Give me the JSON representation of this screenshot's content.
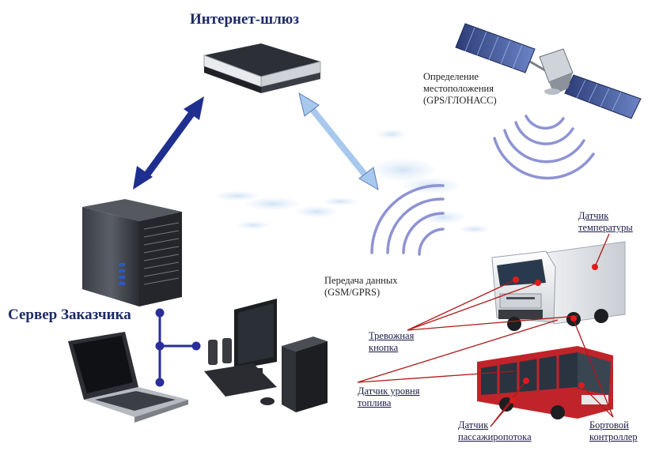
{
  "labels": {
    "gateway_title": "Интернет-шлюз",
    "server_title": "Сервер Заказчика",
    "gps_line1": "Определение",
    "gps_line2": "местоположения",
    "gps_line3": "(GPS/ГЛОНАСС)",
    "gsm_line1": "Передача данных",
    "gsm_line2": "(GSM/GPRS)",
    "temp_line1": "Датчик",
    "temp_line2": "температуры",
    "alarm_line1": "Тревожная",
    "alarm_line2": "кнопка",
    "fuel_line1": "Датчик уровня",
    "fuel_line2": "топлива",
    "pax_line1": "Датчик",
    "pax_line2": "пассажиропотока",
    "ctrl_line1": "Бортовой",
    "ctrl_line2": "контроллер"
  },
  "colors": {
    "title": "#1c2a66",
    "arrow_dark": "#1e2f8f",
    "arrow_light": "#a9c8ee",
    "signal": "#8e93d4",
    "pointer_line": "#b01818",
    "node_line": "#2a2e9a"
  },
  "icons": [
    "router-icon",
    "satellite-icon",
    "server-tower-icon",
    "laptop-icon",
    "desktop-pc-icon",
    "truck-icon",
    "bus-icon",
    "cloud-icon"
  ]
}
